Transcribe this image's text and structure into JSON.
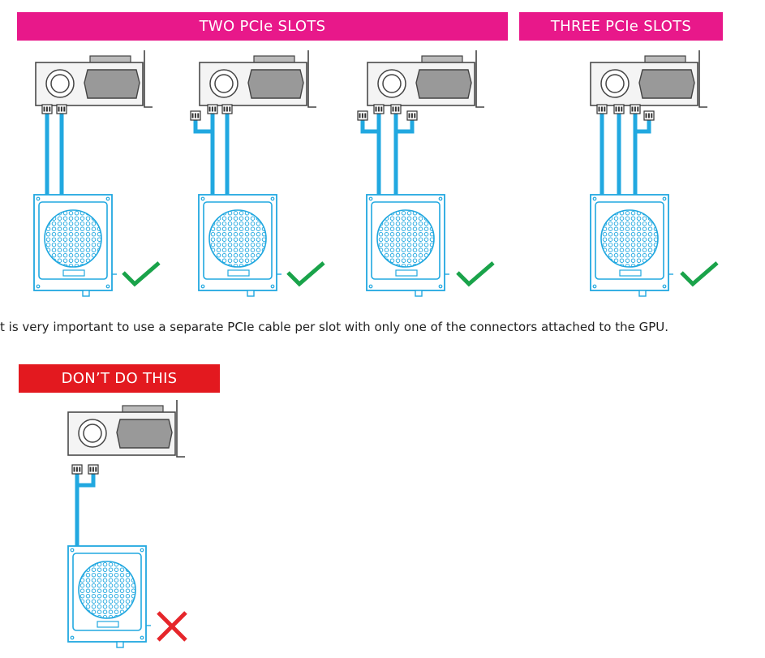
{
  "banners": {
    "two_slots": "TWO PCIe SLOTS",
    "three_slots": "THREE PCIe SLOTS",
    "dont": "DON’T DO THIS"
  },
  "note": "t is very important to use a separate PCIe cable per slot with only one of the connectors attached to the GPU.",
  "colors": {
    "banner_magenta": "#e8188a",
    "banner_red": "#e3191f",
    "cable_blue": "#21a8e0",
    "check_green": "#1aa34a",
    "cross_red": "#e6262b"
  },
  "icons": {
    "ok": "check-icon",
    "bad": "cross-icon",
    "psu": "psu-icon",
    "gpu": "gpu-icon"
  }
}
